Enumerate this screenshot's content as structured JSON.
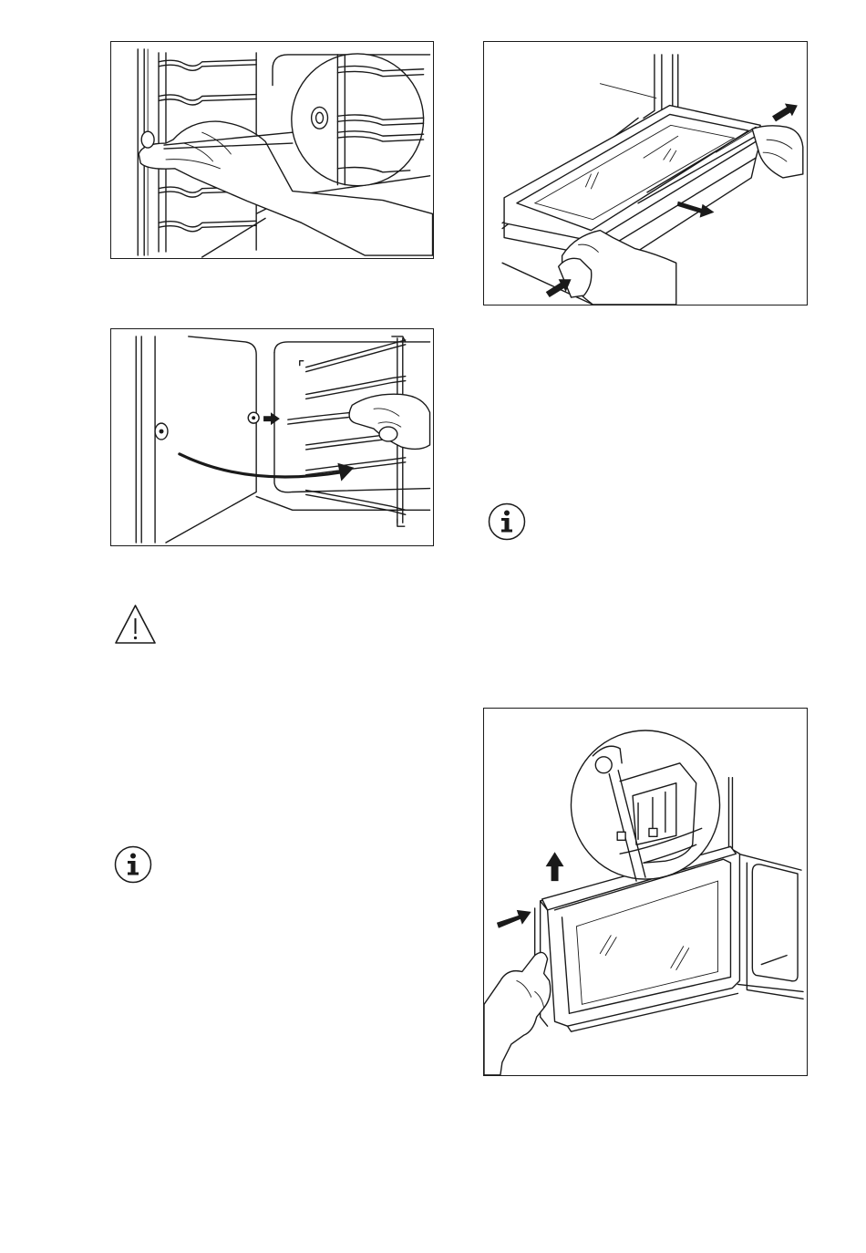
{
  "figures": [
    {
      "id": "fig-remove-shelf-support",
      "icon": "shelf-support-removal-illustration"
    },
    {
      "id": "fig-install-shelf-support",
      "icon": "shelf-support-installation-illustration"
    },
    {
      "id": "fig-remove-glass-panel",
      "icon": "door-glass-panel-removal-illustration"
    },
    {
      "id": "fig-remove-door-cover",
      "icon": "door-cover-removal-illustration"
    }
  ],
  "notices": [
    {
      "type": "warning",
      "icon": "warning-triangle-icon"
    },
    {
      "type": "information",
      "icon": "info-icon"
    },
    {
      "type": "information",
      "icon": "info-icon"
    }
  ],
  "colors": {
    "line": "#1a1a1a",
    "background": "#ffffff"
  }
}
